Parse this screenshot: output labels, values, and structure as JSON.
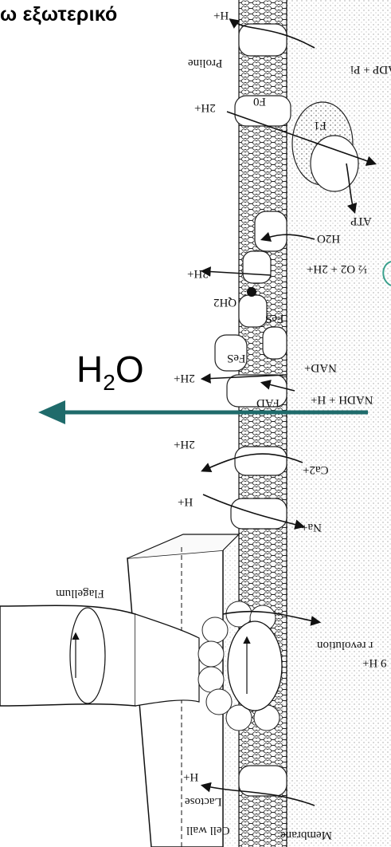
{
  "slide": {
    "title_fragment": "ω εξωτερικό"
  },
  "big_label": {
    "main": "H",
    "sub": "2",
    "tail": "O"
  },
  "labels": {
    "proline": "Proline",
    "h_plus_top": "H+",
    "adp_pi": "ADP + Pi",
    "two_h_f0": "2H+",
    "f0": "F0",
    "f1": "F1",
    "atp": "ATP",
    "h2o": "H2O",
    "half_o2": "½ O2 + 2H+",
    "two_h_b": "2H+",
    "qh2": "QH2",
    "fes_a": "FeS",
    "fes_b": "FeS",
    "nad": "NAD+",
    "two_h_nad": "2H+",
    "fad": "FAD",
    "nadh": "NADH + H+",
    "two_h_ca": "2H+",
    "ca": "Ca2+",
    "h_plus_na": "H+",
    "na": "Na+",
    "flagellum": "Flagellum",
    "per_revolution": "r revolution",
    "nine_h": "9 H+",
    "h_plus_lactose": "H+",
    "lactose": "Lactose",
    "cell_wall": "Cell wall",
    "membrane": "Membrane"
  },
  "colors": {
    "arrow": "#1f6b6b",
    "ink": "#111111",
    "accent_bracket": "#3aa08c"
  }
}
